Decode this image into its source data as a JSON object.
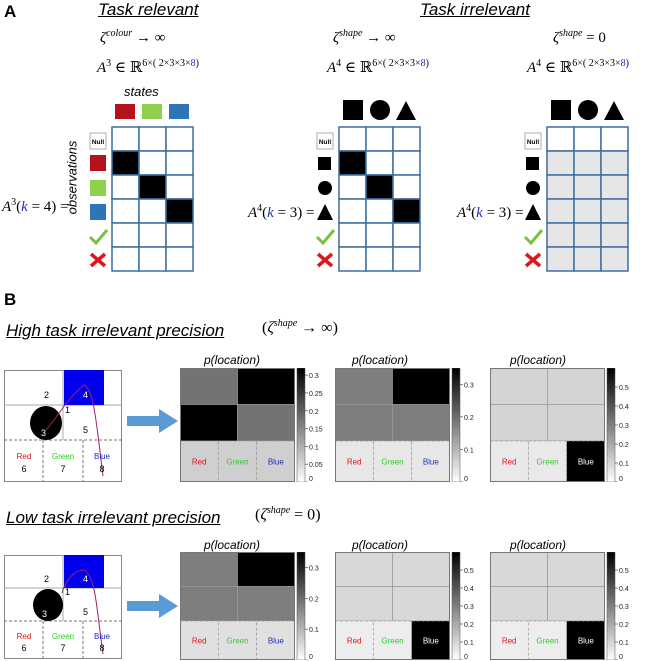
{
  "panel_a": {
    "letter": "A",
    "title_relevant": "Task relevant",
    "title_irrelevant": "Task irrelevant",
    "zeta1": "ζ",
    "zeta1_sup": "colour",
    "zeta1_tail": "→ ∞",
    "zeta2": "ζ",
    "zeta2_sup": "shape",
    "zeta2_tail": "→ ∞",
    "zeta3": "ζ",
    "zeta3_sup": "shape",
    "zeta3_tail": "= 0",
    "set1_base": "A",
    "set1_sup": "3",
    "set1_tail": "∈ ℝ",
    "set2_base": "A",
    "set2_sup": "4",
    "set2_tail": "∈ ℝ",
    "set3_base": "A",
    "set3_sup": "4",
    "set3_tail": "∈ ℝ",
    "dim_prefix": "6×( 2×3×3×",
    "dim_blue": "8",
    "dim_suffix": ")",
    "states_label": "states",
    "observations_label": "observations",
    "null_label": "Null",
    "lhs1_base": "A",
    "lhs1_sup": "3",
    "lhs1_k": "k",
    "lhs1_eq": "= 4) =",
    "lhs2_base": "A",
    "lhs2_sup": "4",
    "lhs2_k": "k",
    "lhs2_eq": "= 3) =",
    "lhs3_base": "A",
    "lhs3_sup": "4",
    "lhs3_k": "k",
    "lhs3_eq": "= 3) =",
    "colors": {
      "red": "#b5121b",
      "green": "#8fd14f",
      "blue": "#2e75b6",
      "grid": "#3c6fa3",
      "gray_cell": "#e6e6e6"
    }
  },
  "panel_b": {
    "letter": "B",
    "row1_title": "High task irrelevant precision",
    "row1_zeta": "ζ",
    "row1_sup": "shape",
    "row1_tail": "→ ∞",
    "row2_title": "Low task irrelevant precision",
    "row2_zeta": "ζ",
    "row2_sup": "shape",
    "row2_tail": "= 0",
    "plot_title": "p(location)",
    "bins": [
      "Red",
      "Green",
      "Blue"
    ],
    "bin_numbers": [
      "6",
      "7",
      "8"
    ],
    "grid_numbers": [
      "2",
      "4",
      "1",
      "3",
      "5"
    ],
    "row1_maps": [
      {
        "cells": [
          0.17,
          0.32,
          0.32,
          0.17
        ],
        "bins": [
          0.05,
          0.05,
          0.05
        ],
        "cbar_ticks": [
          "0.3",
          "0.25",
          "0.2",
          "0.15",
          "0.1",
          "0.05",
          "0"
        ],
        "cbar_max": 0.32
      },
      {
        "cells": [
          0.17,
          0.35,
          0.17,
          0.17
        ],
        "bins": [
          0.02,
          0.02,
          0.02
        ],
        "cbar_ticks": [
          "0.3",
          "0.2",
          "0.1",
          "0"
        ],
        "cbar_max": 0.35
      },
      {
        "cells": [
          0.08,
          0.08,
          0.08,
          0.08
        ],
        "bins": [
          0.03,
          0.03,
          0.6
        ],
        "cbar_ticks": [
          "0.5",
          "0.4",
          "0.3",
          "0.2",
          "0.1",
          "0"
        ],
        "cbar_max": 0.6
      }
    ],
    "row2_maps": [
      {
        "cells": [
          0.17,
          0.35,
          0.17,
          0.17
        ],
        "bins": [
          0.03,
          0.03,
          0.03
        ],
        "cbar_ticks": [
          "0.3",
          "0.2",
          "0.1",
          "0"
        ],
        "cbar_max": 0.35
      },
      {
        "cells": [
          0.07,
          0.07,
          0.07,
          0.07
        ],
        "bins": [
          0.02,
          0.02,
          0.6
        ],
        "cbar_ticks": [
          "0.5",
          "0.4",
          "0.3",
          "0.2",
          "0.1",
          "0"
        ],
        "cbar_max": 0.6
      },
      {
        "cells": [
          0.07,
          0.07,
          0.07,
          0.07
        ],
        "bins": [
          0.02,
          0.02,
          0.6
        ],
        "cbar_ticks": [
          "0.5",
          "0.4",
          "0.3",
          "0.2",
          "0.1",
          "0"
        ],
        "cbar_max": 0.6
      }
    ]
  }
}
